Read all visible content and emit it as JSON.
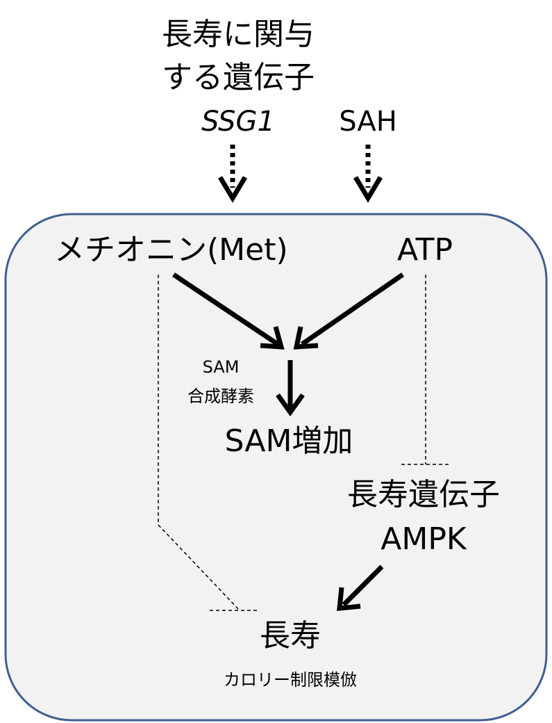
{
  "external": {
    "gene_line1": "長寿に関与",
    "gene_line2": "する遺伝子",
    "gene_name": "SSG1",
    "sah": "SAH"
  },
  "cell": {
    "methionine": "メチオニン(Met)",
    "atp": "ATP",
    "enzyme_line1": "SAM",
    "enzyme_line2": "合成酵素",
    "sam_increase": "SAM増加",
    "longevity_gene_line1": "長寿遺伝子",
    "longevity_gene_line2": "AMPK",
    "longevity": "長寿",
    "caption": "カロリー制限模倣"
  },
  "colors": {
    "box_border": "#3f5f8f",
    "box_fill": "#f2f2f2",
    "arrow": "#000000"
  }
}
